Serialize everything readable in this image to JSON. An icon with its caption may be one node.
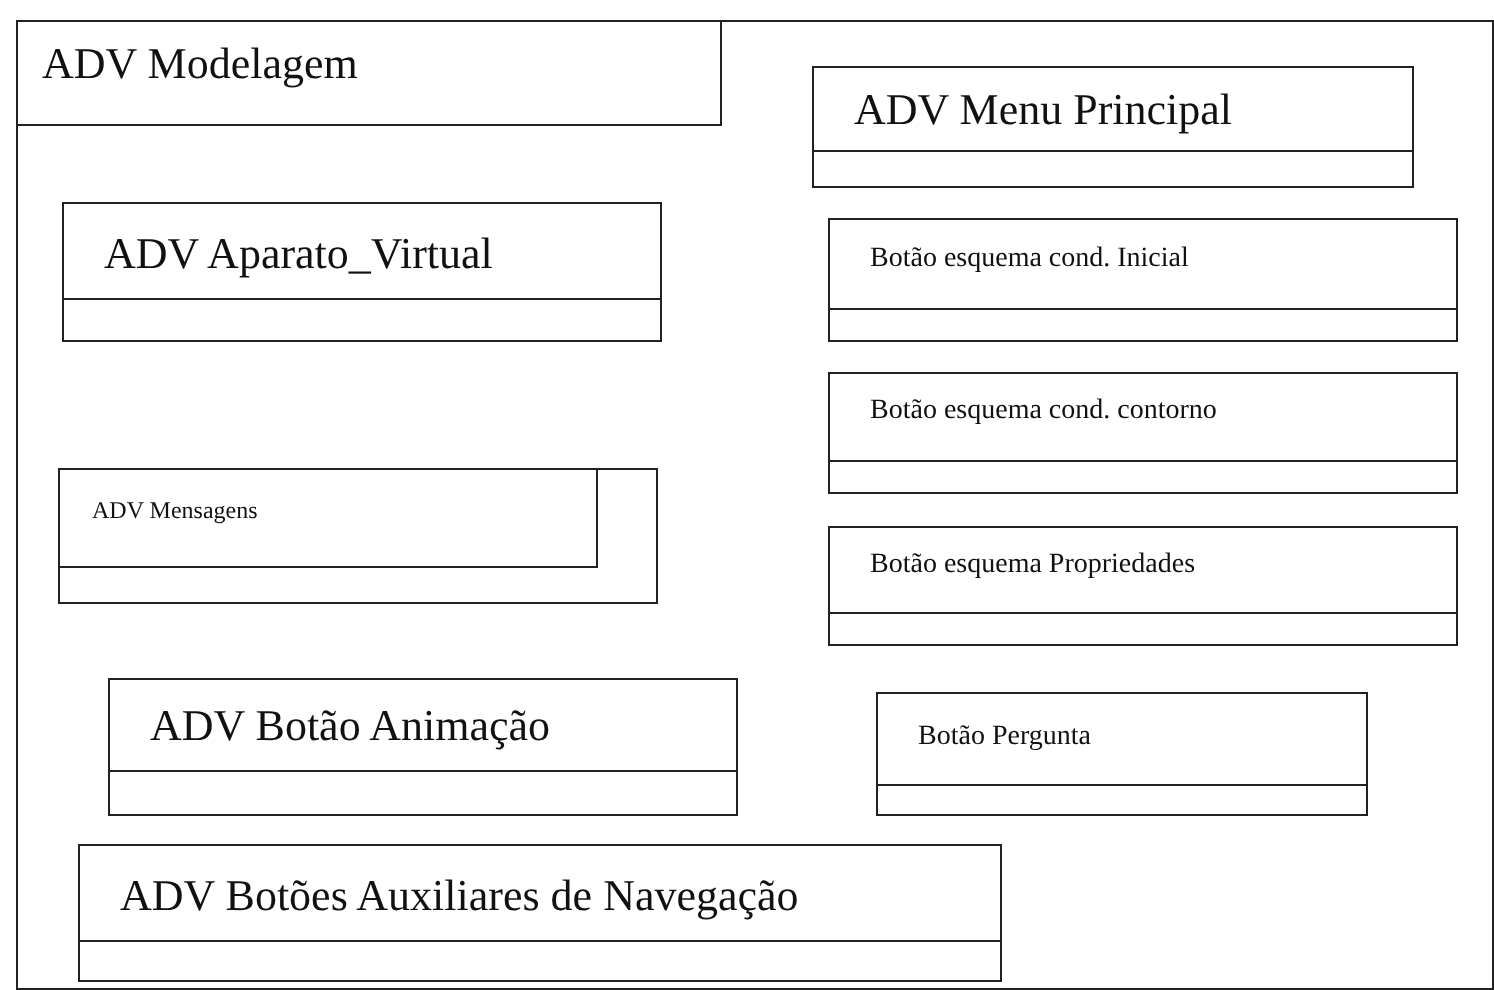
{
  "diagram": {
    "nodes": [
      {
        "text": [
          "ADV Modelagem"
        ]
      },
      {
        "text": [
          "ADV Menu Principal"
        ],
        "in": 0
      },
      {
        "text": [
          "ADV Aparato_Virtual"
        ],
        "in": 0
      },
      {
        "text": [
          "Botão esquema cond. Inicial"
        ],
        "in": 0
      },
      {
        "text": [
          "Botão esquema cond. contorno"
        ],
        "in": 0
      },
      {
        "text": [
          "ADV Mensagens"
        ],
        "in": 0
      },
      {
        "text": [
          "Botão esquema Propriedades"
        ],
        "in": 0
      },
      {
        "text": [
          "ADV Botão Animação"
        ],
        "in": 0
      },
      {
        "text": [
          "Botão Pergunta"
        ],
        "in": 0
      },
      {
        "text": [
          "ADV Botões Auxiliares de Navegação"
        ],
        "in": 0
      }
    ]
  }
}
